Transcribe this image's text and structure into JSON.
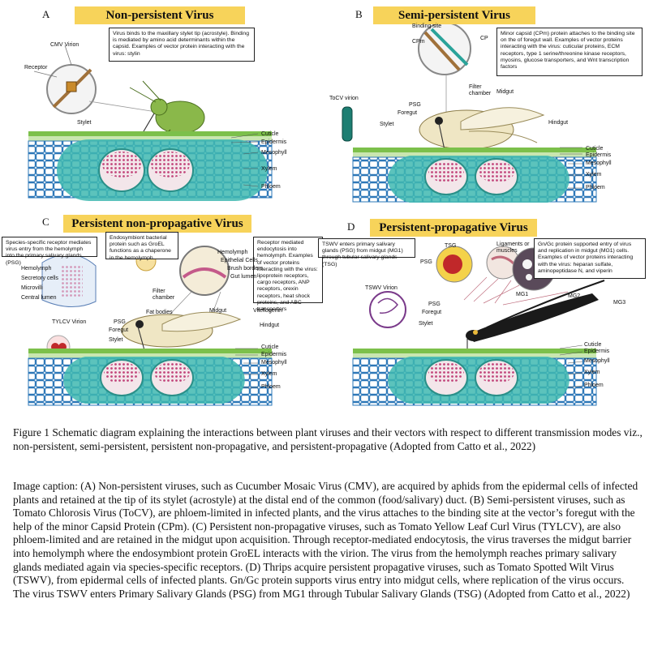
{
  "panels": {
    "a": {
      "letter": "A",
      "title": "Non-persistent Virus",
      "info": "Virus binds to the maxillary stylet tip (acrostyle). Binding is mediated by amino acid determinants within the capsid. Examples of vector protein interacting with the virus: stylin",
      "labels": {
        "virion": "CMV Virion",
        "receptor": "Receptor",
        "stylet": "Stylet",
        "cuticle": "Cuticle",
        "epidermis": "Epidermis",
        "mesophyll": "Mesophyll",
        "xylem": "Xylem",
        "phloem": "Phloem"
      }
    },
    "b": {
      "letter": "B",
      "title": "Semi-persistent Virus",
      "info": "Minor capsid (CPm) protein attaches to the binding site on the of foregut wall. Examples of vector proteins interacting with the virus: cuticular proteins, ECM receptors, type 1 serine/threonine kinase receptors, myosins, glucose transporters, and Wnt transcription factors",
      "labels": {
        "binding": "Binding site",
        "cpm": "CPm",
        "cp": "CP",
        "virion": "ToCV virion",
        "psg": "PSG",
        "foregut": "Foregut",
        "stylet": "Stylet",
        "filter": "Filter chamber",
        "midgut": "Midgut",
        "hindgut": "Hindgut",
        "cuticle": "Cuticle",
        "epidermis": "Epidermis",
        "mesophyll": "Mesophyll",
        "xylem": "Xylem",
        "phloem": "Phloem"
      }
    },
    "c": {
      "letter": "C",
      "title": "Persistent non-propagative Virus",
      "info1": "Species-specific receptor mediates virus entry from the hemolymph into the primary salivary glands (PSG)",
      "info2": "Endosymbiont bacterial protein such as GroEL functions as a chaperone in the hemolymph",
      "info3": "Receptor mediated endocytosis into hemolymph. Examples of vector proteins interacting with the virus: lipoprotein receptors, cargo receptors, ANP receptors, orexin receptors, heat shock proteins, and ABC transporters",
      "labels": {
        "hemolymph_l": "Hemolymph",
        "secretory": "Secretory cells",
        "microvilli": "Microvilli",
        "central": "Central lumen",
        "hemolymph_r": "Hemolymph",
        "epithelial": "Epithelial Cells",
        "brush": "Brush borders",
        "gutlumen": "Gut lumen",
        "filter": "Filter chamber",
        "fat": "Fat bodies",
        "midgut": "Midgut",
        "vitellogenin": "Vitellogenin",
        "hindgut": "Hindgut",
        "virion": "TYLCV Virion",
        "psg": "PSG",
        "foregut": "Foregut",
        "stylet": "Stylet",
        "cuticle": "Cuticle",
        "epidermis": "Epidermis",
        "mesophyll": "Mesophyll",
        "xylem": "Xylem",
        "phloem": "Phloem"
      }
    },
    "d": {
      "letter": "D",
      "title": "Persistent-propagative Virus",
      "info1": "TSWV enters primary salivary glands (PSG) from midgut (MG1) through tubular salivary glands (TSG)",
      "info2": "Gn/Gc protein supported entry of virus and replication in midgut (MG1) cells. Examples of vector proteins interacting with the virus: heparan sulfate, aminopeptidase N, and viperin",
      "labels": {
        "tsg": "TSG",
        "ligaments": "Ligaments or muscles",
        "psg_top": "PSG",
        "mg1_top": "MG1",
        "mg2": "MG2",
        "mg3": "MG3",
        "virion": "TSWV Virion",
        "psg": "PSG",
        "foregut": "Foregut",
        "stylet": "Stylet",
        "cuticle": "Cuticle",
        "epidermis": "Epidermis",
        "mesophyll": "Mesophyll",
        "xylem": "Xylem",
        "phloem": "Phloem"
      }
    }
  },
  "caption": {
    "figure": "Figure 1 Schematic diagram explaining the interactions between plant viruses and their vectors with respect to different transmission modes viz., non-persistent, semi-persistent, persistent non-propagative, and persistent-propagative (Adopted from Catto et al., 2022)",
    "image_caption": "Image caption: (A) Non-persistent viruses, such as Cucumber Mosaic Virus (CMV), are acquired by aphids from the epidermal cells of infected plants and retained at the tip of its stylet (acrostyle) at the distal end of the common (food/salivary)  duct. (B) Semi-persistent viruses, such as Tomato Chlorosis Virus (ToCV), are phloem-limited in infected plants, and the virus attaches to the binding site at the vector’s foregut with the help of the minor Capsid Protein (CPm). (C) Persistent non-propagative viruses, such as Tomato Yellow Leaf Curl Virus (TYLCV), are also phloem-limited and are retained in the midgut upon acquisition. Through receptor-mediated endocytosis, the virus traverses the midgut barrier into hemolymph where the endosymbiont protein GroEL interacts with the virion. The virus from the hemolymph reaches primary salivary glands mediated again via species-specific receptors. (D) Thrips acquire persistent propagative viruses, such as Tomato Spotted Wilt Virus (TSWV), from epidermal cells of infected plants. Gn/Gc protein supports virus entry into midgut cells, where replication of the virus occurs. The virus TSWV enters Primary Salivary Glands (PSG) from MG1 through Tubular Salivary Glands (TSG) (Adopted from Catto et al., 2022)"
  },
  "colors": {
    "title_bg": "#f7d35a",
    "leaf_green": "#7cc04b",
    "cell_blue": "#2e78b8",
    "tissue_teal": "#3fb8b0",
    "phloem_pink": "#e8a0b8",
    "aphid_green": "#8ab84a"
  }
}
